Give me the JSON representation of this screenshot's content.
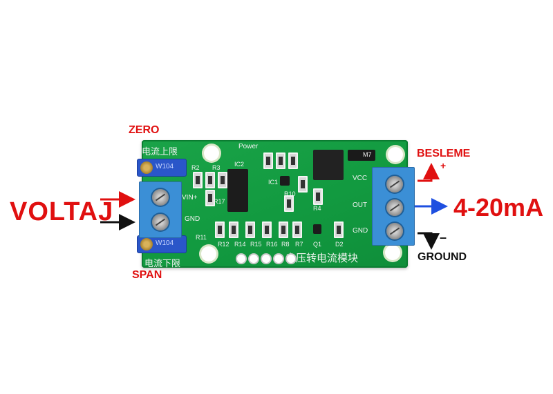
{
  "annotations": {
    "zero": "ZERO",
    "span": "SPAN",
    "voltaj": "VOLTAJ",
    "besleme": "BESLEME",
    "plus": "+",
    "output": "4-20mA",
    "minus": "–",
    "ground": "GROUND"
  },
  "board": {
    "title": "电压转电流模块",
    "upper_limit": "电流上限",
    "lower_limit": "电流下限",
    "power": "Power",
    "ic2": "IC2",
    "ic1": "IC1",
    "vcc": "VCC",
    "out": "OUT",
    "gnd_right": "GND",
    "vin_plus": "VIN+",
    "gnd_left": "GND",
    "pot_top": "W104",
    "pot_bottom": "W104",
    "m7": "M7",
    "q1": "Q1",
    "d2": "D2",
    "r2": "R2",
    "r3": "R3",
    "r4": "R4",
    "r10": "R10",
    "r11": "R11",
    "r12": "R12",
    "r14": "R14",
    "r15": "R15",
    "r16": "R16",
    "r8": "R8",
    "r7": "R7",
    "r17": "R17"
  },
  "colors": {
    "label_red": "#e01010",
    "arrow_blue": "#1e4fe0",
    "pcb_green": "#129a40",
    "terminal_blue": "#3b8fd6"
  }
}
